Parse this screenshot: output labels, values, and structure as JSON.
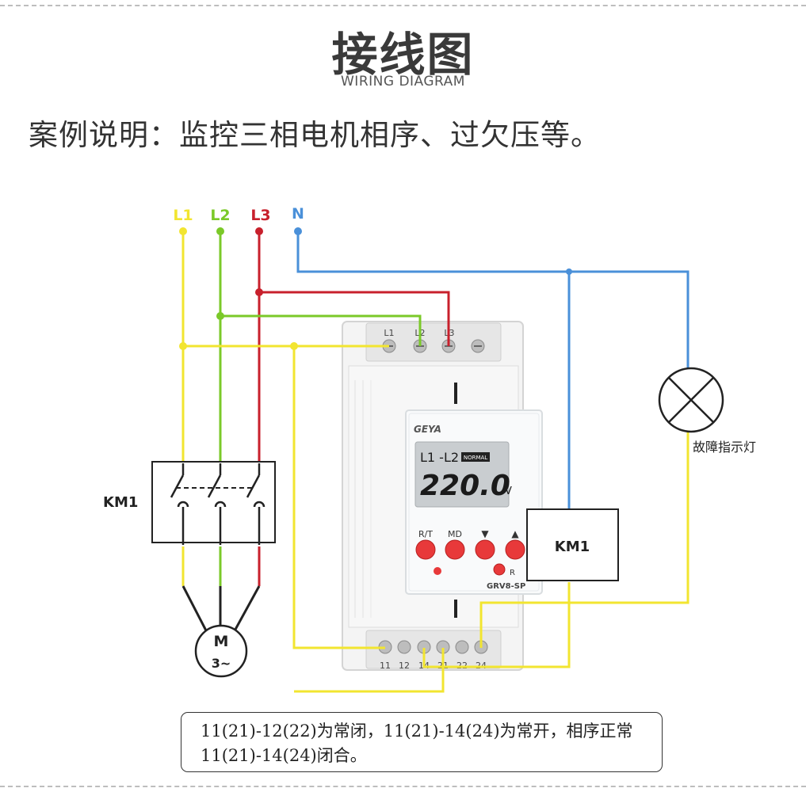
{
  "header": {
    "title": "接线图",
    "subtitle": "WIRING DIAGRAM"
  },
  "case_description": "案例说明：监控三相电机相序、过欠压等。",
  "diagram": {
    "phases": {
      "L1": {
        "label": "L1",
        "color": "#f2e530"
      },
      "L2": {
        "label": "L2",
        "color": "#7bc929"
      },
      "L3": {
        "label": "L3",
        "color": "#c8202c"
      },
      "N": {
        "label": "N",
        "color": "#4a90d9"
      }
    },
    "contactor_label": "KM1",
    "coil_label": "KM1",
    "motor": {
      "line1": "M",
      "line2": "3~"
    },
    "lamp_label": "故障指示灯",
    "device": {
      "brand": "GEYA",
      "model": "GRV8-SP",
      "display_channel": "L1 -L2",
      "display_status": "NORMAL",
      "display_value": "220.0",
      "display_unit": "V",
      "top_terminals": [
        "L1",
        "L2",
        "L3"
      ],
      "bottom_terminals": [
        "11",
        "12",
        "14",
        "21",
        "22",
        "24"
      ],
      "buttons": [
        "R/T",
        "MD",
        "▼",
        "▲"
      ],
      "reset_label": "R",
      "display_bg": "#c9cdd0",
      "button_color": "#e8393a"
    }
  },
  "note": {
    "line1": "11(21)-12(22)为常闭，11(21)-14(24)为常开，相序正常",
    "line2": "11(21)-14(24)闭合。"
  }
}
